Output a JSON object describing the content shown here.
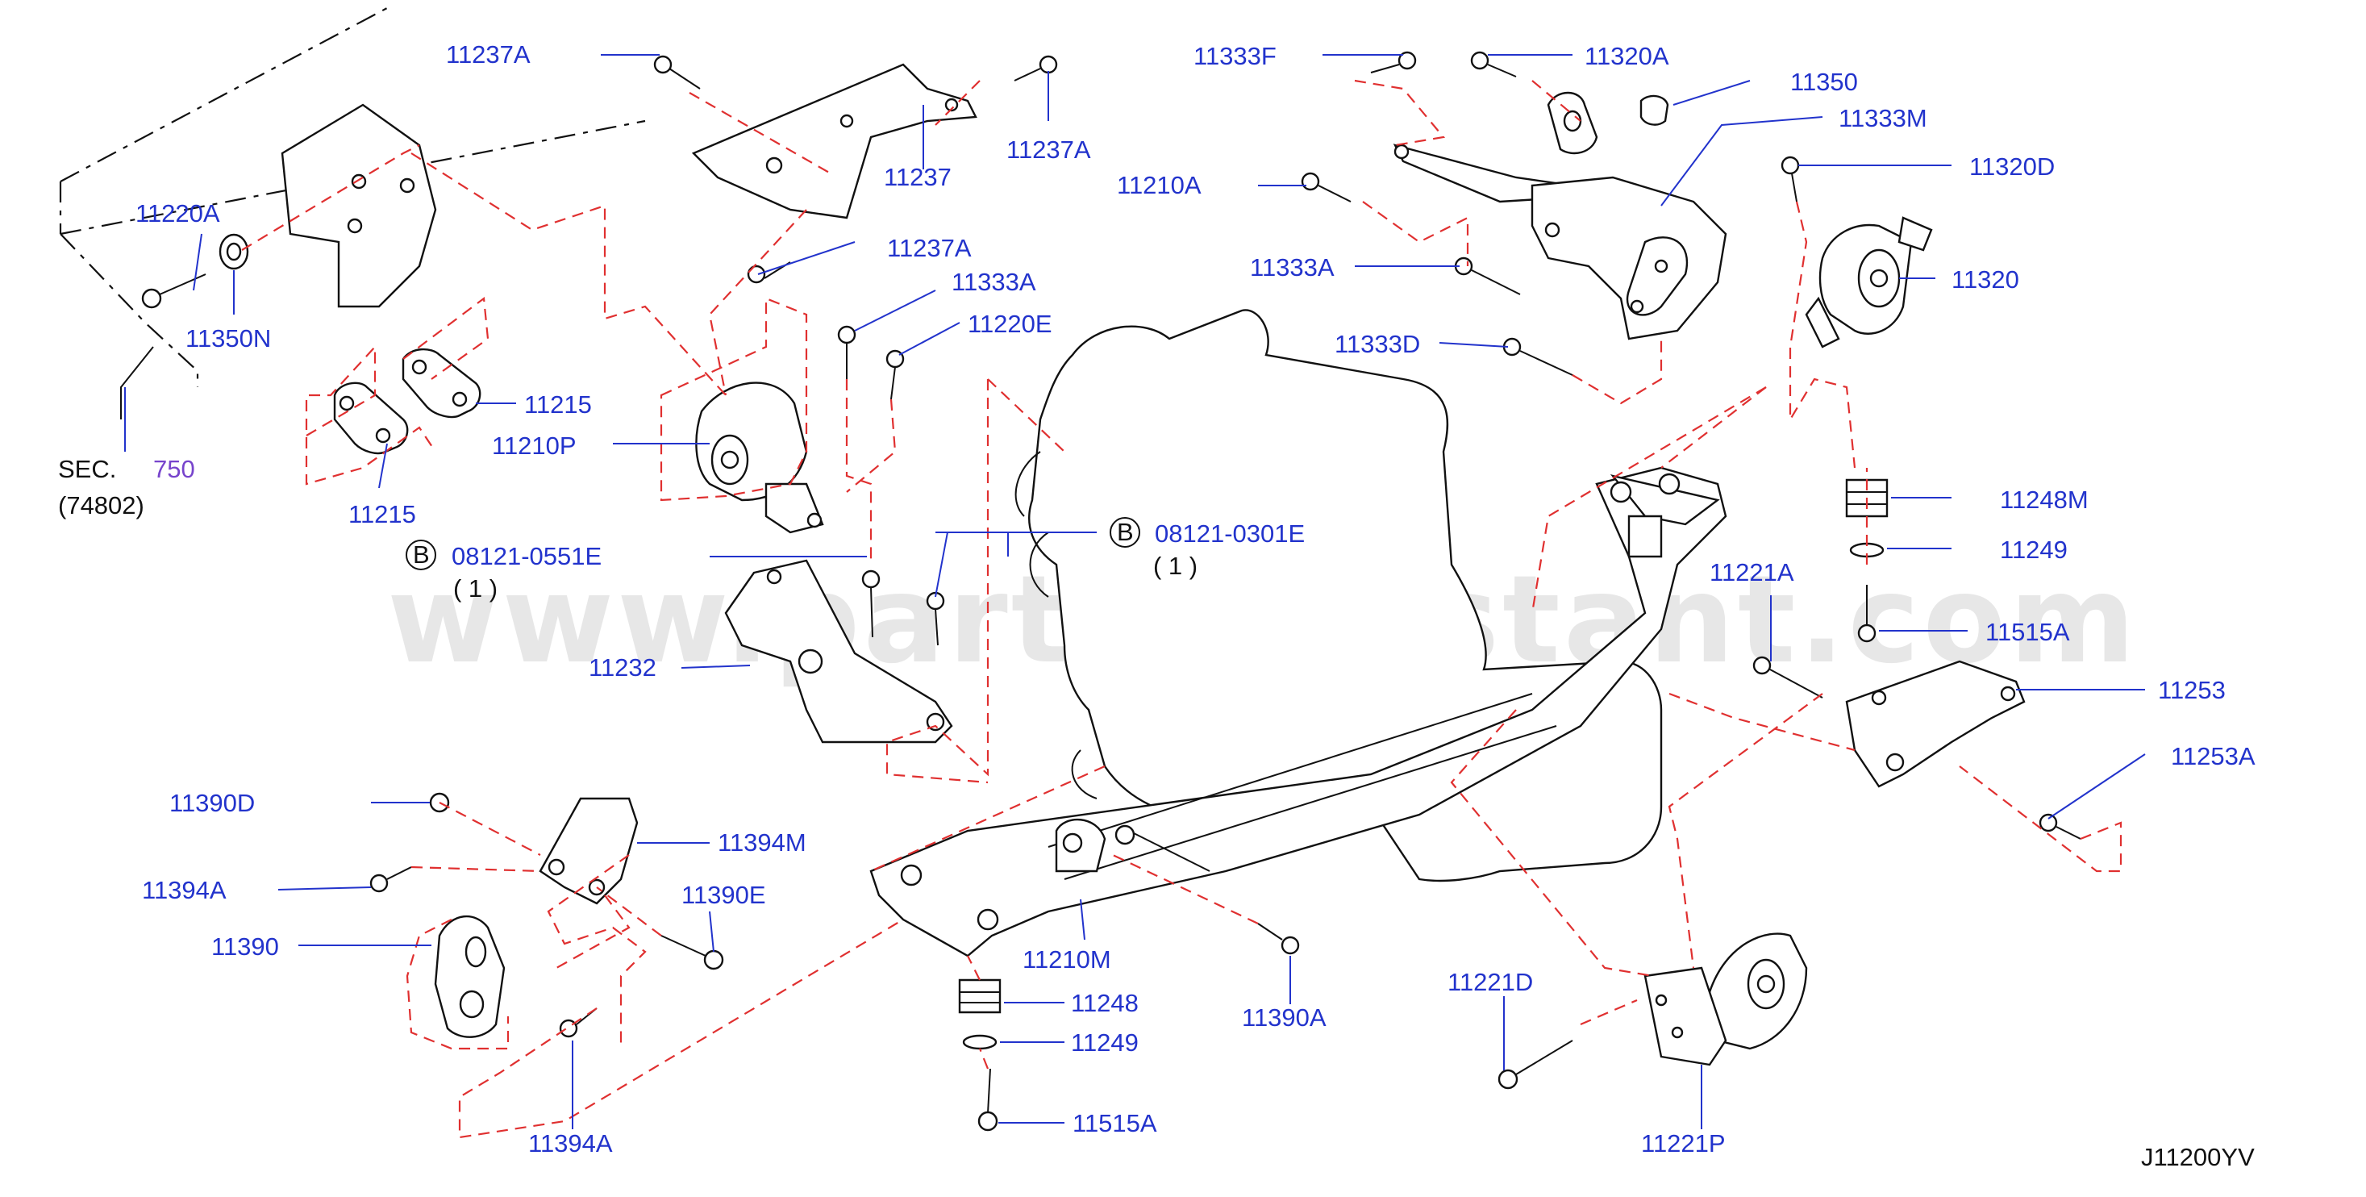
{
  "watermark": "www.partsassistant.com",
  "diagram_code": "J11200YV",
  "section_ref": {
    "prefix": "SEC.",
    "number": "750",
    "sub": "(74802)"
  },
  "bolt_callouts": [
    {
      "circle": "B",
      "part": "08121-0551E",
      "qty": "( 1 )"
    },
    {
      "circle": "B",
      "part": "08121-0301E",
      "qty": "( 1 )"
    }
  ],
  "labels": {
    "l11237A_1": "11237A",
    "l11237A_2": "11237A",
    "l11237": "11237",
    "l11237A_3": "11237A",
    "l11220A": "11220A",
    "l11350N": "11350N",
    "l11215_1": "11215",
    "l11215_2": "11215",
    "l11210P": "11210P",
    "l11333A_1": "11333A",
    "l11220E": "11220E",
    "l11333F": "11333F",
    "l11320A": "11320A",
    "l11350": "11350",
    "l11333M": "11333M",
    "l11210A": "11210A",
    "l11320D": "11320D",
    "l11333A_2": "11333A",
    "l11320": "11320",
    "l11333D": "11333D",
    "l11248M": "11248M",
    "l11249_1": "11249",
    "l11221A": "11221A",
    "l11515A_1": "11515A",
    "l11232": "11232",
    "l11253": "11253",
    "l11253A": "11253A",
    "l11390D": "11390D",
    "l11394M": "11394M",
    "l11394A_1": "11394A",
    "l11390E": "11390E",
    "l11390": "11390",
    "l11210M": "11210M",
    "l11248": "11248",
    "l11249_2": "11249",
    "l11515A_2": "11515A",
    "l11390A": "11390A",
    "l11221D": "11221D",
    "l11394A_2": "11394A",
    "l11221P": "11221P"
  }
}
